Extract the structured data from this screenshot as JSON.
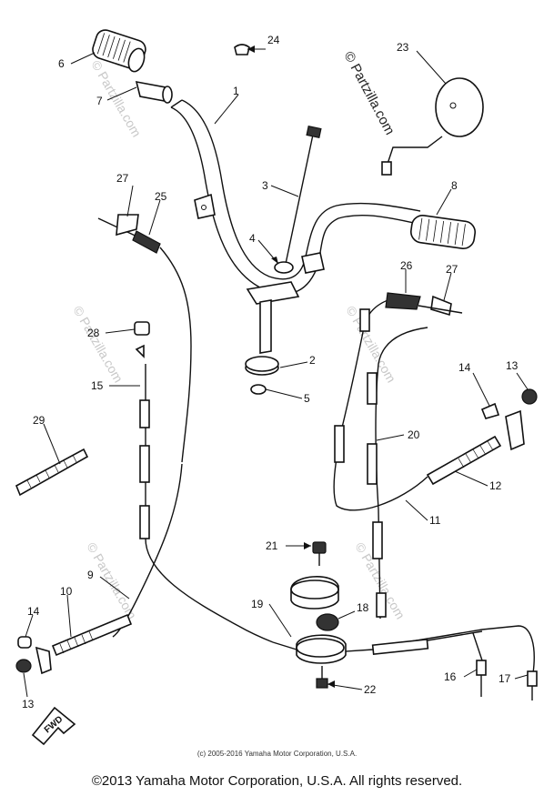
{
  "watermark": "© Partzilla.com",
  "watermark_faint": "© Partzilla.com",
  "footer_small": "(c) 2005-2016 Yamaha Motor Corporation, U.S.A.",
  "footer_main": "©2013 Yamaha Motor Corporation, U.S.A. All rights reserved.",
  "fwd_label": "FWD",
  "callouts": {
    "c1": "1",
    "c2": "2",
    "c3": "3",
    "c4": "4",
    "c5": "5",
    "c6": "6",
    "c7": "7",
    "c8": "8",
    "c9": "9",
    "c10": "10",
    "c11": "11",
    "c12": "12",
    "c13a": "13",
    "c13b": "13",
    "c14a": "14",
    "c14b": "14",
    "c15": "15",
    "c16": "16",
    "c17": "17",
    "c18": "18",
    "c19": "19",
    "c20": "20",
    "c21": "21",
    "c22": "22",
    "c23": "23",
    "c24": "24",
    "c25": "25",
    "c26": "26",
    "c27a": "27",
    "c27b": "27",
    "c28": "28",
    "c29": "29"
  }
}
